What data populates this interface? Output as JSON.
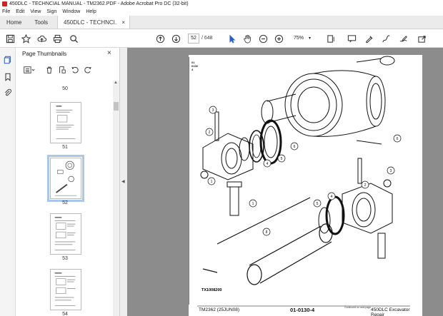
{
  "window": {
    "title": "450DLC - TECHNCIAL MANUAL - TM2362.PDF - Adobe Acrobat Pro DC (32-bit)"
  },
  "menu": [
    "File",
    "Edit",
    "View",
    "Sign",
    "Window",
    "Help"
  ],
  "tabs": {
    "home": "Home",
    "tools": "Tools",
    "doc": "450DLC - TECHNCI...",
    "doc_close": "×"
  },
  "toolbar": {
    "page_current": "52",
    "page_total": "/ 648",
    "zoom": "75%"
  },
  "panel": {
    "title": "Page Thumbnails",
    "close": "×"
  },
  "thumbnails": [
    {
      "label": "50"
    },
    {
      "label": "51"
    },
    {
      "label": "52",
      "selected": true
    },
    {
      "label": "53"
    },
    {
      "label": "54"
    }
  ],
  "page_content": {
    "header_code": "01\n0130\n4",
    "figure_id": "TX1008200",
    "continued": "Continued on next page",
    "footer_left": "TM2362 (25JUN08)",
    "footer_mid": "01-0130-4",
    "footer_right": "450DLC Excavator Repair",
    "callouts": [
      "1",
      "2",
      "3",
      "4",
      "5",
      "6",
      "1",
      "2",
      "3",
      "4",
      "5",
      "6",
      "8"
    ]
  },
  "colors": {
    "accent_red": "#d4201f",
    "selection_blue": "#a9c7e8",
    "viewer_bg": "#8c8c8c"
  }
}
